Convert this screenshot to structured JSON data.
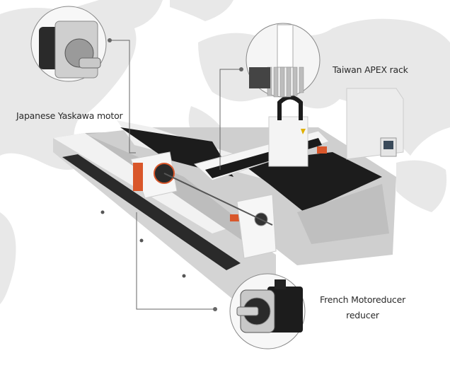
{
  "callouts": [
    {
      "id": "motor",
      "lines": [
        "Japanese Yaskawa motor"
      ]
    },
    {
      "id": "rack",
      "lines": [
        "Taiwan APEX rack"
      ]
    },
    {
      "id": "reducer",
      "lines": [
        "French Motoreducer",
        "reducer"
      ]
    }
  ],
  "colors": {
    "accent": "#d9572b",
    "map": "#e6e6e6",
    "leader": "#555555",
    "machine_dark": "#1e1e1e",
    "machine_light": "#eeeeee"
  }
}
